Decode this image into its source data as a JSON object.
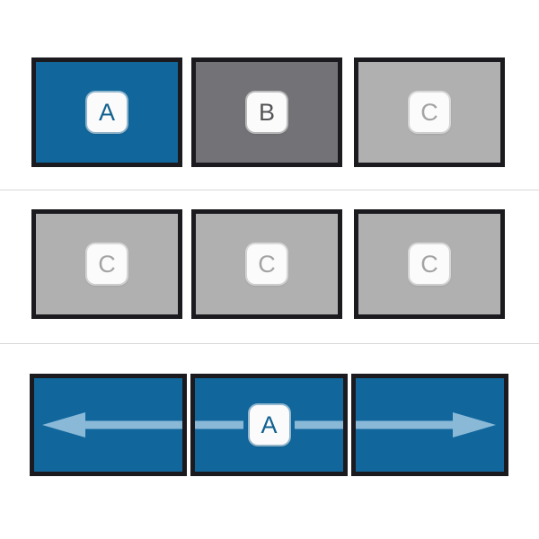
{
  "colors": {
    "background": "#ffffff",
    "panel_border": "#1b1b1f",
    "blue": "#11679c",
    "dark_gray": "#737377",
    "light_gray": "#b0b0b0",
    "arrow": "#8ab9d8",
    "separator": "#d8d8d8",
    "key_face": "#fbfbfb",
    "letter_blue": "#11618f",
    "letter_dark_gray": "#555558",
    "letter_light_gray": "#a3a3a3"
  },
  "rows": [
    {
      "name": "row-1",
      "panels": [
        {
          "fill": "blue",
          "key_letter": "A",
          "letter_tone": "blue"
        },
        {
          "fill": "dark-gray",
          "key_letter": "B",
          "letter_tone": "dark-gray"
        },
        {
          "fill": "light-gray",
          "key_letter": "C",
          "letter_tone": "light-gray"
        }
      ]
    },
    {
      "name": "row-2",
      "panels": [
        {
          "fill": "light-gray",
          "key_letter": "C",
          "letter_tone": "light-gray"
        },
        {
          "fill": "light-gray",
          "key_letter": "C",
          "letter_tone": "light-gray"
        },
        {
          "fill": "light-gray",
          "key_letter": "C",
          "letter_tone": "light-gray"
        }
      ]
    },
    {
      "name": "row-3",
      "panels": [
        {
          "fill": "blue",
          "icon": "arrow-left-icon"
        },
        {
          "fill": "blue",
          "key_letter": "A",
          "letter_tone": "blue",
          "icon": "connector-line"
        },
        {
          "fill": "blue",
          "icon": "arrow-right-icon"
        }
      ]
    }
  ]
}
